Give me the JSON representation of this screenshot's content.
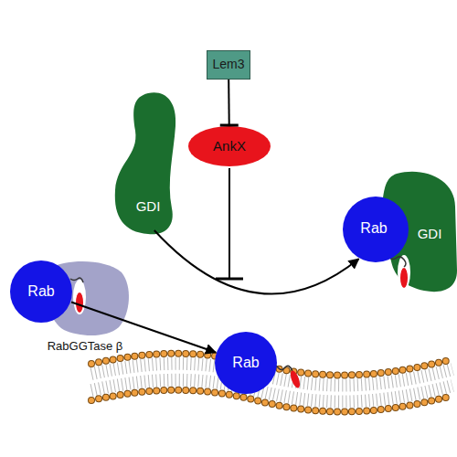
{
  "diagram": {
    "nodes": [
      {
        "text": [
          "Lem3"
        ]
      },
      {
        "text": [
          "AnkX"
        ]
      },
      {
        "text": [
          "GDI"
        ]
      },
      {
        "text": [
          "Rab"
        ]
      },
      {
        "text": [
          "GDI"
        ]
      },
      {
        "text": [
          "Rab"
        ]
      },
      {
        "text": [
          "RabGGTase β"
        ]
      },
      {
        "text": [
          "Rab"
        ]
      }
    ],
    "edges": [
      {
        "from": 0,
        "to": 1,
        "arrow": "to"
      },
      {
        "from": 2,
        "to": 3,
        "arrow": "to"
      },
      {
        "from": 5,
        "to": 7,
        "arrow": "to"
      }
    ]
  }
}
